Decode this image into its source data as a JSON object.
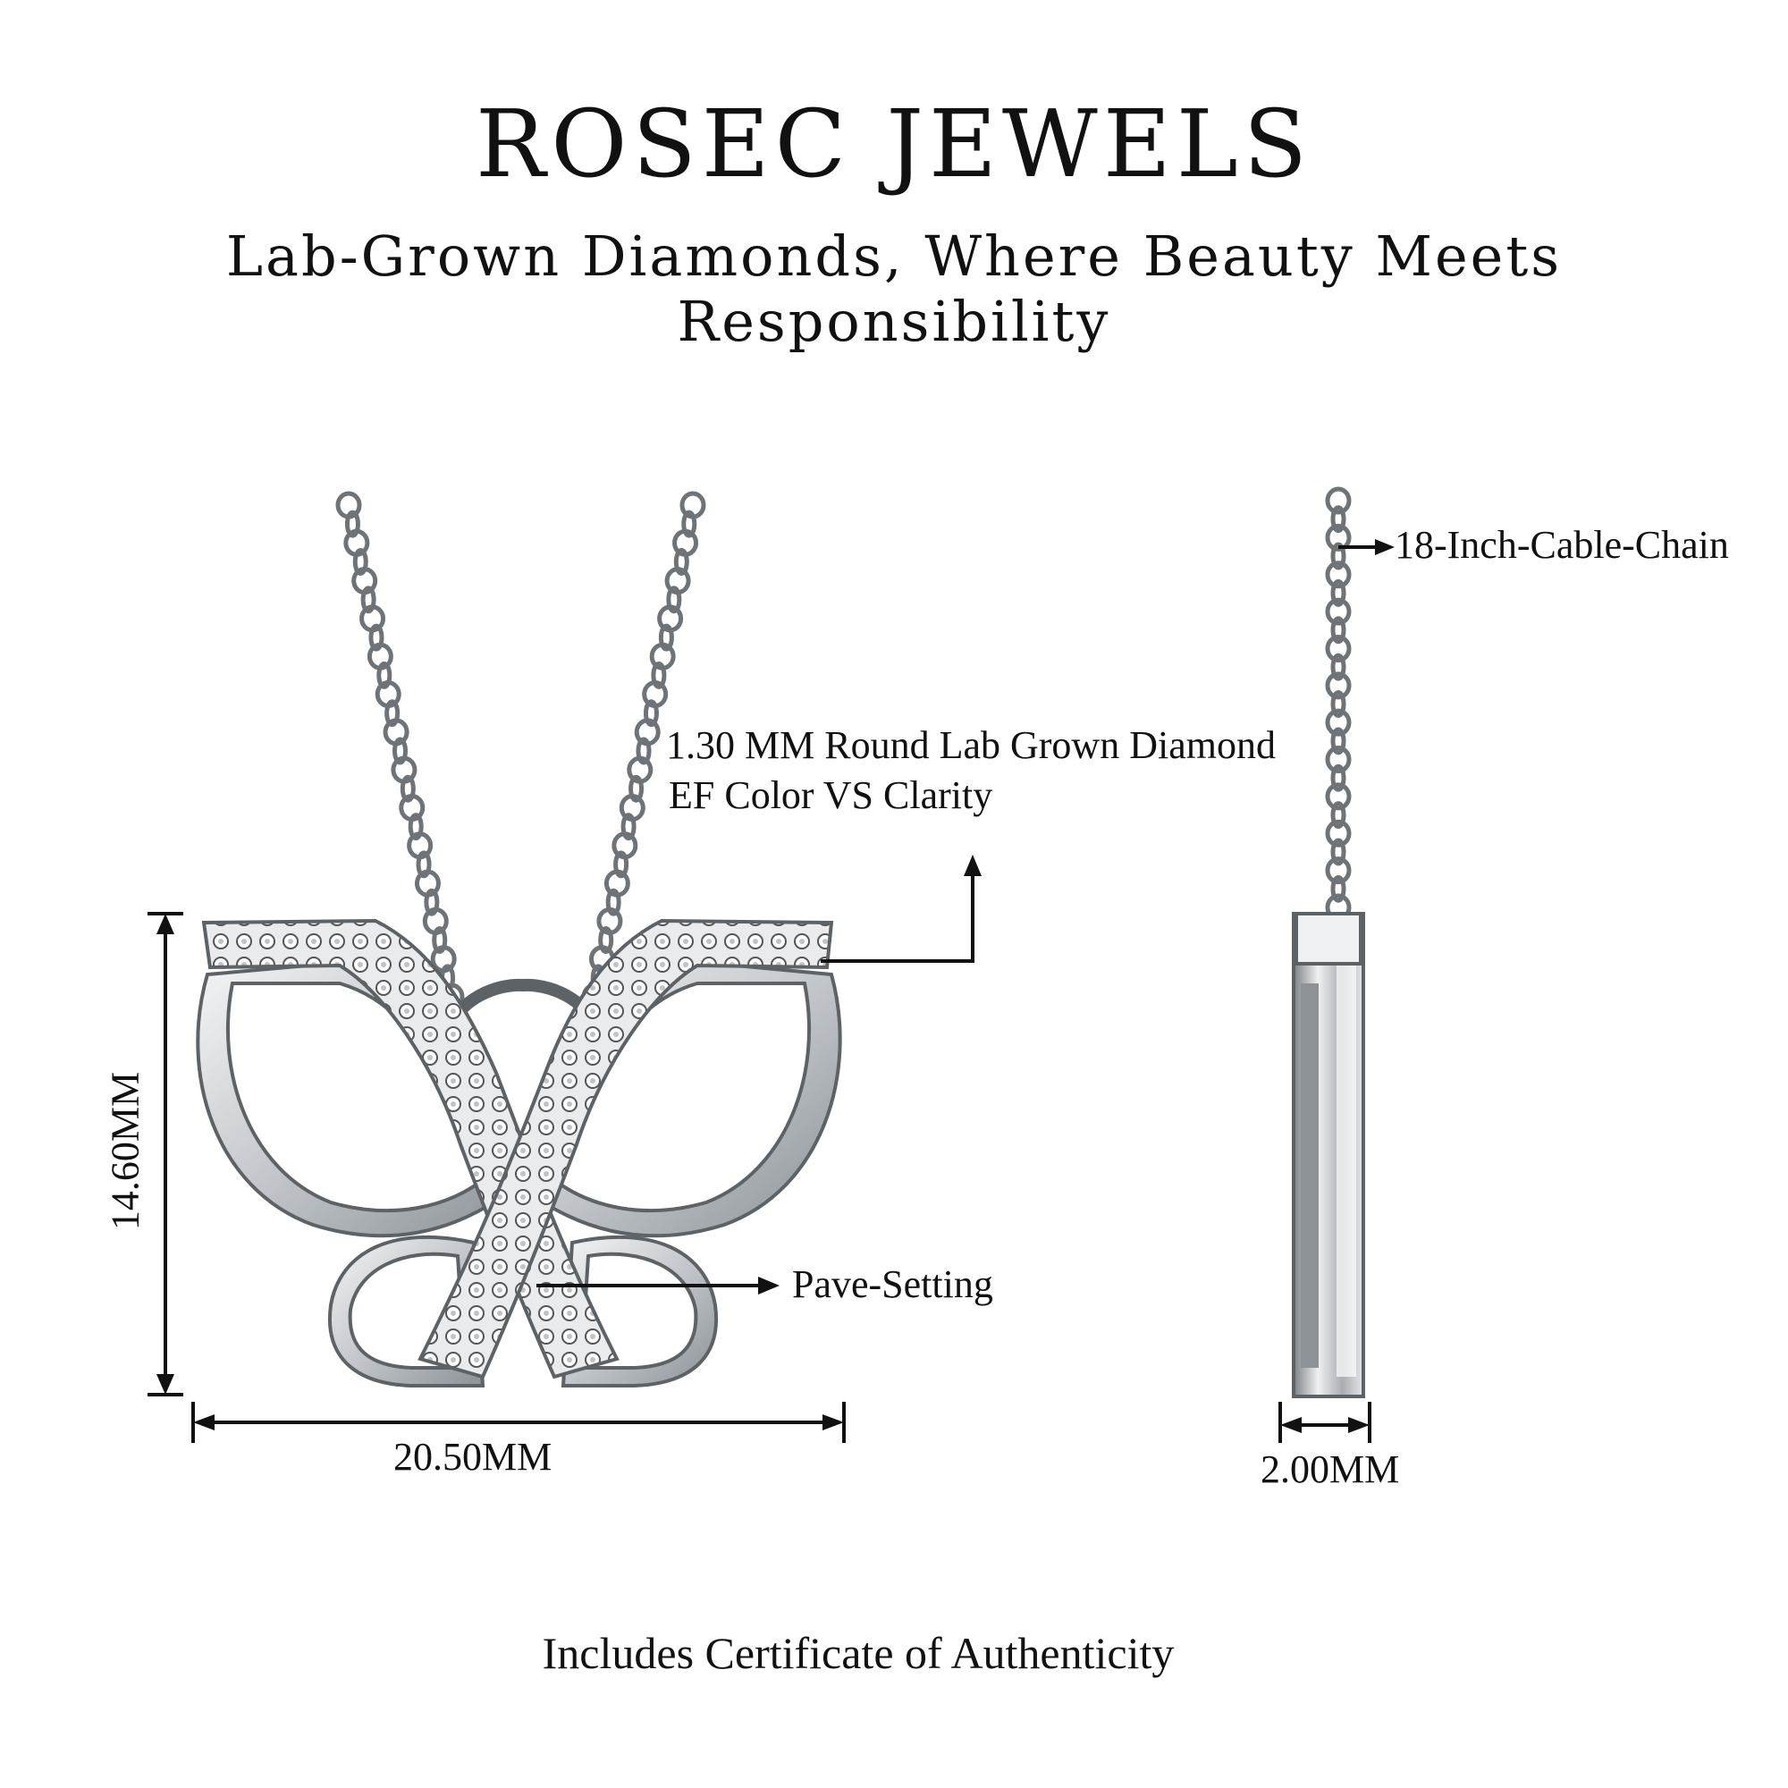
{
  "brand": "ROSEC JEWELS",
  "tagline": "Lab-Grown Diamonds, Where Beauty Meets Responsibility",
  "annotations": {
    "diamond_line1": "1.30 MM Round Lab Grown Diamond",
    "diamond_line2": "EF Color VS Clarity",
    "setting": "Pave-Setting",
    "chain": "18-Inch-Cable-Chain"
  },
  "dimensions": {
    "height": "14.60MM",
    "width": "20.50MM",
    "depth": "2.00MM"
  },
  "footer": "Includes Certificate of Authenticity",
  "colors": {
    "metal": "#c9ccd0",
    "metal_dark": "#6e7378",
    "text": "#111111"
  }
}
